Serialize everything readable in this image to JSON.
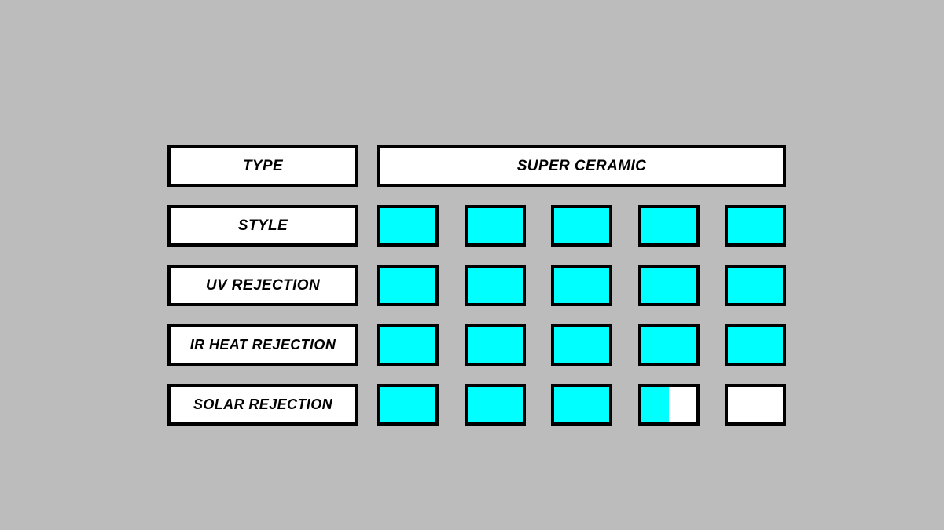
{
  "page": {
    "background_color": "#bcbcbc",
    "fill_color": "#00ffff",
    "empty_color": "#ffffff",
    "border_color": "#000000"
  },
  "type_row": {
    "label": "TYPE",
    "value": "SUPER CERAMIC"
  },
  "rating_rows": [
    {
      "label": "STYLE",
      "rating": 5,
      "max": 5,
      "cells": [
        100,
        100,
        100,
        100,
        100
      ]
    },
    {
      "label": "UV REJECTION",
      "rating": 5,
      "max": 5,
      "cells": [
        100,
        100,
        100,
        100,
        100
      ]
    },
    {
      "label": "IR HEAT REJECTION",
      "rating": 5,
      "max": 5,
      "cells": [
        100,
        100,
        100,
        100,
        100
      ]
    },
    {
      "label": "SOLAR REJECTION",
      "rating": 3.5,
      "max": 5,
      "cells": [
        100,
        100,
        100,
        50,
        0
      ]
    }
  ]
}
